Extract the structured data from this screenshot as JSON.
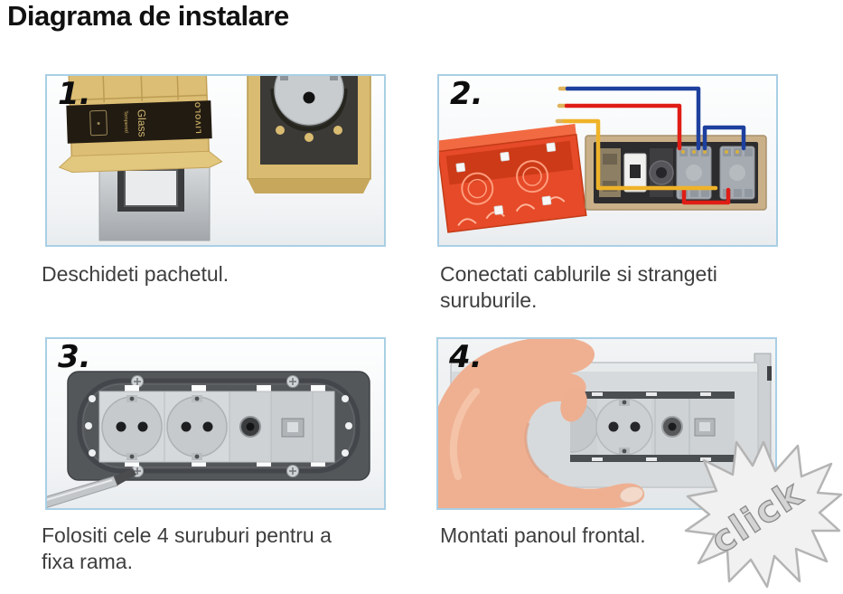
{
  "title": "Diagrama de instalare",
  "steps": [
    {
      "number": "1.",
      "caption": "Deschideti pachetul."
    },
    {
      "number": "2.",
      "caption": "Conectati cablurile si strangeti suruburile."
    },
    {
      "number": "3.",
      "caption": "Folositi cele 4 suruburi pentru a fixa rama."
    },
    {
      "number": "4.",
      "caption": "Montati panoul frontal."
    }
  ],
  "package": {
    "band_line1": "Tempered",
    "band_line2": "Glass",
    "brand": "LIVOLO"
  },
  "click_label": "click",
  "palette": {
    "box_border": "#a9cfe5",
    "package_gold": "#dcbe74",
    "panel_gold": "#d9bc71",
    "junction_box_red": "#e64a28",
    "wire_blue": "#1d3f9e",
    "wire_red": "#df1d15",
    "wire_yellow": "#efb329",
    "metal_gray": "#54575a",
    "glass_panel_gray": "#d7dadc",
    "skin": "#efb092",
    "click_text_gray": "#d4d4d4"
  }
}
